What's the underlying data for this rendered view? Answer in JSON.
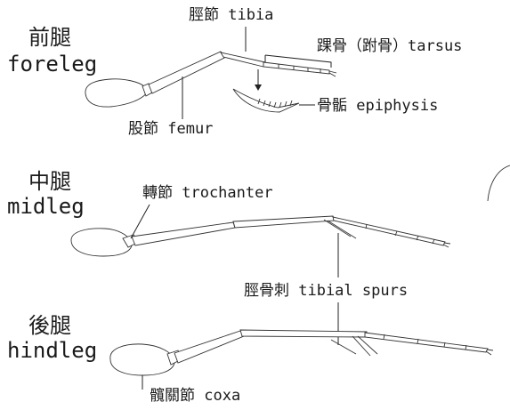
{
  "legs": [
    {
      "cn": "前腿",
      "en": "foreleg"
    },
    {
      "cn": "中腿",
      "en": "midleg"
    },
    {
      "cn": "後腿",
      "en": "hindleg"
    }
  ],
  "labels": {
    "tibia": "脛節 tibia",
    "tarsus": "踝骨（跗骨）tarsus",
    "epiphysis": "骨骺 epiphysis",
    "femur": "股節 femur",
    "trochanter": "轉節 trochanter",
    "tibial_spurs": "脛骨刺 tibial spurs",
    "coxa": "髖關節 coxa"
  }
}
